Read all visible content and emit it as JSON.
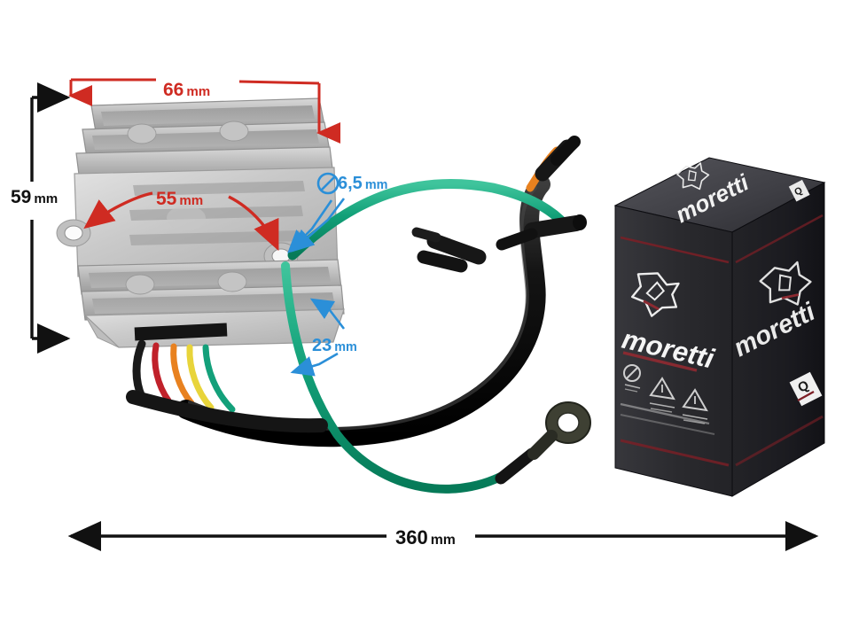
{
  "scene": {
    "background_color": "#ffffff",
    "description": "Product photo of a motorcycle voltage regulator rectifier with wiring harness and its retail box, annotated with dimension callouts"
  },
  "annotations": [
    {
      "id": "width-66",
      "value": "66",
      "unit": "mm",
      "color": "#cf2b22",
      "style": "bracket-horizontal",
      "measures": "regulator body width"
    },
    {
      "id": "height-59",
      "value": "59",
      "unit": "mm",
      "color": "#111111",
      "style": "bracket-vertical",
      "measures": "regulator body height"
    },
    {
      "id": "hole-spacing-55",
      "value": "55",
      "unit": "mm",
      "color": "#cf2b22",
      "style": "curved-arrow",
      "measures": "mounting hole centre spacing"
    },
    {
      "id": "hole-dia-6-5",
      "value": "6,5",
      "unit": "mm",
      "color": "#2b8fd8",
      "style": "diameter-leader",
      "measures": "mounting hole diameter",
      "symbol": "diameter-symbol"
    },
    {
      "id": "thickness-23",
      "value": "23",
      "unit": "mm",
      "color": "#2b8fd8",
      "style": "double-leader",
      "measures": "regulator body thickness"
    },
    {
      "id": "length-360",
      "value": "360",
      "unit": "mm",
      "color": "#111111",
      "style": "double-arrow",
      "measures": "overall harness length"
    }
  ],
  "product": {
    "name": "voltage-regulator-rectifier",
    "body_color": "#c9c9c9",
    "fin_color": "#a9a9a9",
    "mounting_holes": 2,
    "wires": [
      {
        "name": "black-wire",
        "color": "#1a1a1a"
      },
      {
        "name": "red-wire",
        "color": "#c0212a"
      },
      {
        "name": "orange-wire",
        "color": "#e8811f"
      },
      {
        "name": "yellow-wire",
        "color": "#e8d43a"
      },
      {
        "name": "green-wire",
        "color": "#13a07a"
      }
    ],
    "connectors": [
      {
        "name": "bullet-connector-left",
        "color": "#171717"
      },
      {
        "name": "bullet-connector-right",
        "color": "#171717"
      },
      {
        "name": "bullet-connector-top",
        "color": "#171717"
      },
      {
        "name": "ring-terminal",
        "color": "#3e4033"
      }
    ],
    "sleeve_color": "#141414"
  },
  "box": {
    "name": "retail-box",
    "brand": "moretti",
    "base_color": "#2b2b2f",
    "top_face_color": "#46464b",
    "side_face_color": "#1b1b1f",
    "accent_color": "#7d1f26",
    "logo": "moretti-star-logo",
    "badge": "Q",
    "warning_icons": [
      "no-open-flame-icon",
      "warning-triangle-icon",
      "warning-triangle-icon"
    ]
  }
}
